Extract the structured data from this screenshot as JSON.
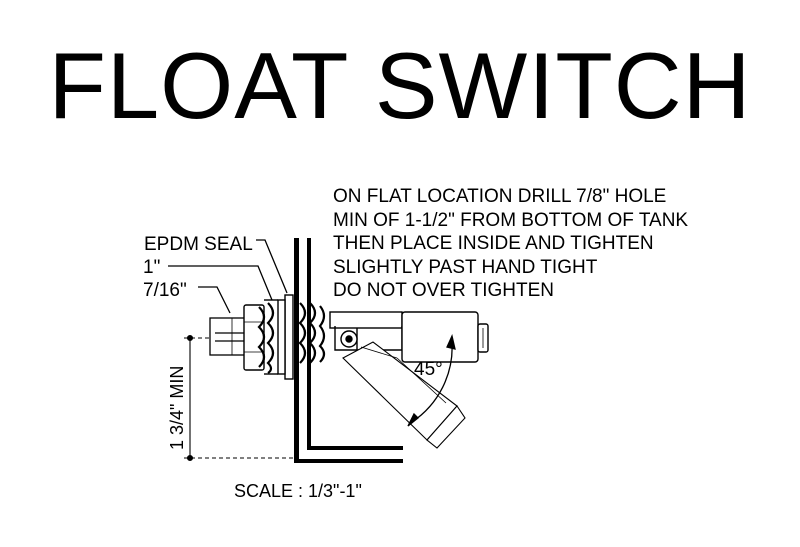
{
  "title": "FLOAT SWITCH",
  "notes": [
    "ON FLAT LOCATION DRILL 7/8\" HOLE",
    "MIN OF 1-1/2\" FROM BOTTOM OF TANK",
    "THEN PLACE INSIDE AND TIGHTEN",
    "SLIGHTLY PAST HAND TIGHT",
    "DO NOT OVER TIGHTEN"
  ],
  "labels": {
    "seal": "EPDM SEAL",
    "thread_size": "1\"",
    "nut_size": "7/16\""
  },
  "dimension": "1 3/4\" MIN",
  "angle": "45°",
  "scale": "SCALE : 1/3\"-1\""
}
